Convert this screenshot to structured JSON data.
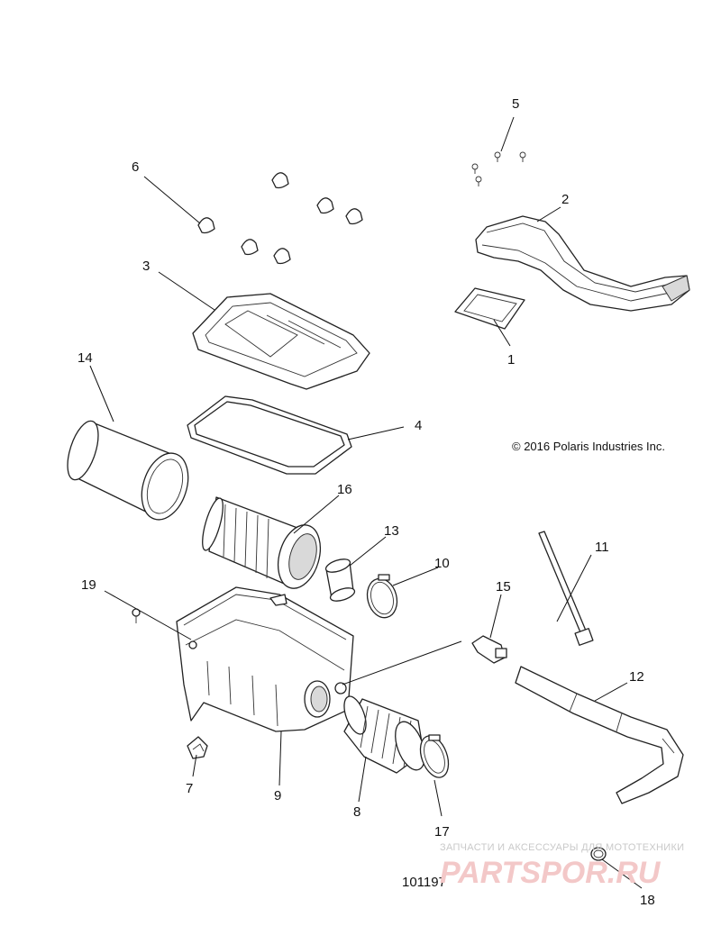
{
  "callouts": {
    "c1": "1",
    "c2": "2",
    "c3": "3",
    "c4": "4",
    "c5": "5",
    "c6": "6",
    "c7": "7",
    "c8": "8",
    "c9": "9",
    "c10": "10",
    "c11": "11",
    "c12": "12",
    "c13": "13",
    "c14": "14",
    "c15": "15",
    "c16": "16",
    "c17": "17",
    "c18": "18",
    "c19": "19"
  },
  "copyright": "© 2016 Polaris Industries Inc.",
  "diagram_id": "101197",
  "watermark": {
    "subtitle": "ЗАПЧАСТИ И АКСЕССУАРЫ ДЛЯ МОТОТЕХНИКИ",
    "brand": "PARTSPOR.RU"
  },
  "colors": {
    "line": "#222222",
    "watermark": "#e9a3a3"
  }
}
